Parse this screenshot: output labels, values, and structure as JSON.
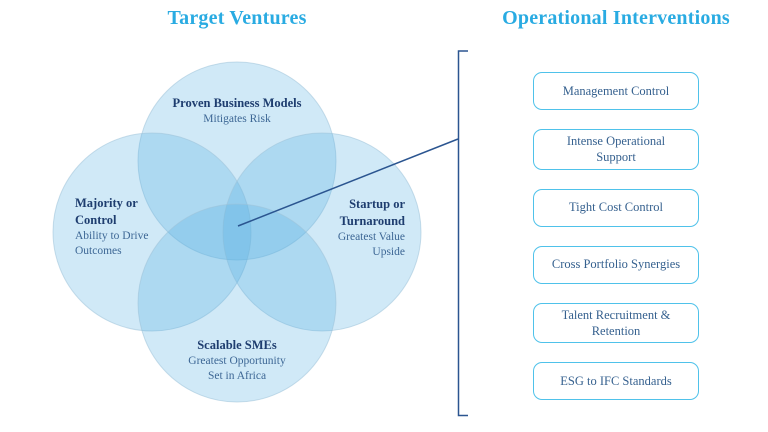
{
  "colors": {
    "accent": "#29ABE2",
    "heading-navy": "#1E3D6F",
    "sub-navy": "#3D6795",
    "box-text": "#36618F",
    "box-border": "#4FC2EA",
    "line-navy": "#2B5590",
    "venn-fill": "#50AFE1"
  },
  "left_panel": {
    "title": "Target Ventures"
  },
  "right_panel": {
    "title": "Operational Interventions",
    "boxes": [
      "Management Control",
      "Intense Operational Support",
      "Tight Cost Control",
      "Cross Portfolio Synergies",
      "Talent Recruitment & Retention",
      "ESG to IFC Standards"
    ]
  },
  "venn": {
    "top": {
      "title_lines": [
        "Proven Business Models"
      ],
      "sub_lines": [
        "Mitigates Risk"
      ]
    },
    "left": {
      "title_lines": [
        "Majority or",
        "Control"
      ],
      "sub_lines": [
        "Ability to Drive",
        "Outcomes"
      ]
    },
    "right": {
      "title_lines": [
        "Startup or",
        "Turnaround"
      ],
      "sub_lines": [
        "Greatest Value",
        "Upside"
      ]
    },
    "bottom": {
      "title_lines": [
        "Scalable SMEs"
      ],
      "sub_lines": [
        "Greatest Opportunity",
        "Set in Africa"
      ]
    }
  }
}
